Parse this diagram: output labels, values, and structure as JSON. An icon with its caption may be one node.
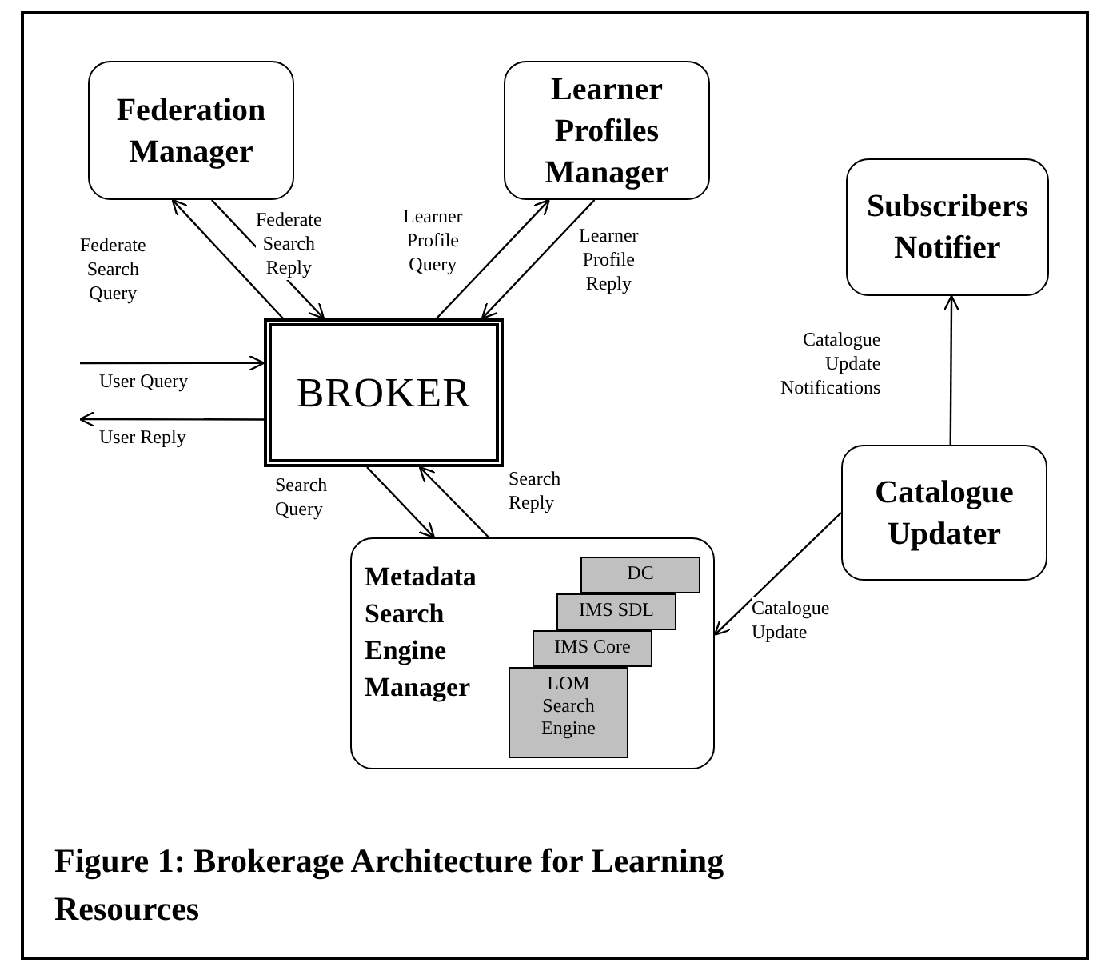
{
  "diagram": {
    "caption": "Figure 1: Brokerage Architecture for Learning Resources",
    "nodes": [
      {
        "text": [
          "Federation Manager"
        ]
      },
      {
        "text": [
          "Learner Profiles Manager"
        ]
      },
      {
        "text": [
          "Subscribers Notifier"
        ]
      },
      {
        "text": [
          "BROKER"
        ]
      },
      {
        "text": [
          "Catalogue Updater"
        ]
      },
      {
        "text": [
          "Metadata Search Engine Manager"
        ]
      },
      {
        "text": [
          "DC"
        ],
        "in": 5
      },
      {
        "text": [
          "IMS SDL"
        ],
        "in": 5
      },
      {
        "text": [
          "IMS Core"
        ],
        "in": 5
      },
      {
        "text": [
          "LOM Search Engine"
        ],
        "in": 5
      }
    ],
    "edges": [
      {
        "from": 3,
        "to": 0,
        "arrow": "to",
        "label": "Federate Search Query"
      },
      {
        "from": 0,
        "to": 3,
        "arrow": "to",
        "label": "Federate Search Reply"
      },
      {
        "from": 3,
        "to": 1,
        "arrow": "to",
        "label": "Learner Profile Query"
      },
      {
        "from": 1,
        "to": 3,
        "arrow": "to",
        "label": "Learner Profile Reply"
      },
      {
        "from": null,
        "to": 3,
        "arrow": "to",
        "label": "User Query"
      },
      {
        "from": 3,
        "to": null,
        "arrow": "to",
        "label": "User Reply"
      },
      {
        "from": 3,
        "to": 5,
        "arrow": "to",
        "label": "Search Query"
      },
      {
        "from": 5,
        "to": 3,
        "arrow": "to",
        "label": "Search Reply"
      },
      {
        "from": 4,
        "to": 2,
        "arrow": "to",
        "label": "Catalogue Update Notifications"
      },
      {
        "from": 4,
        "to": 5,
        "arrow": "to",
        "label": "Catalogue Update"
      }
    ]
  }
}
